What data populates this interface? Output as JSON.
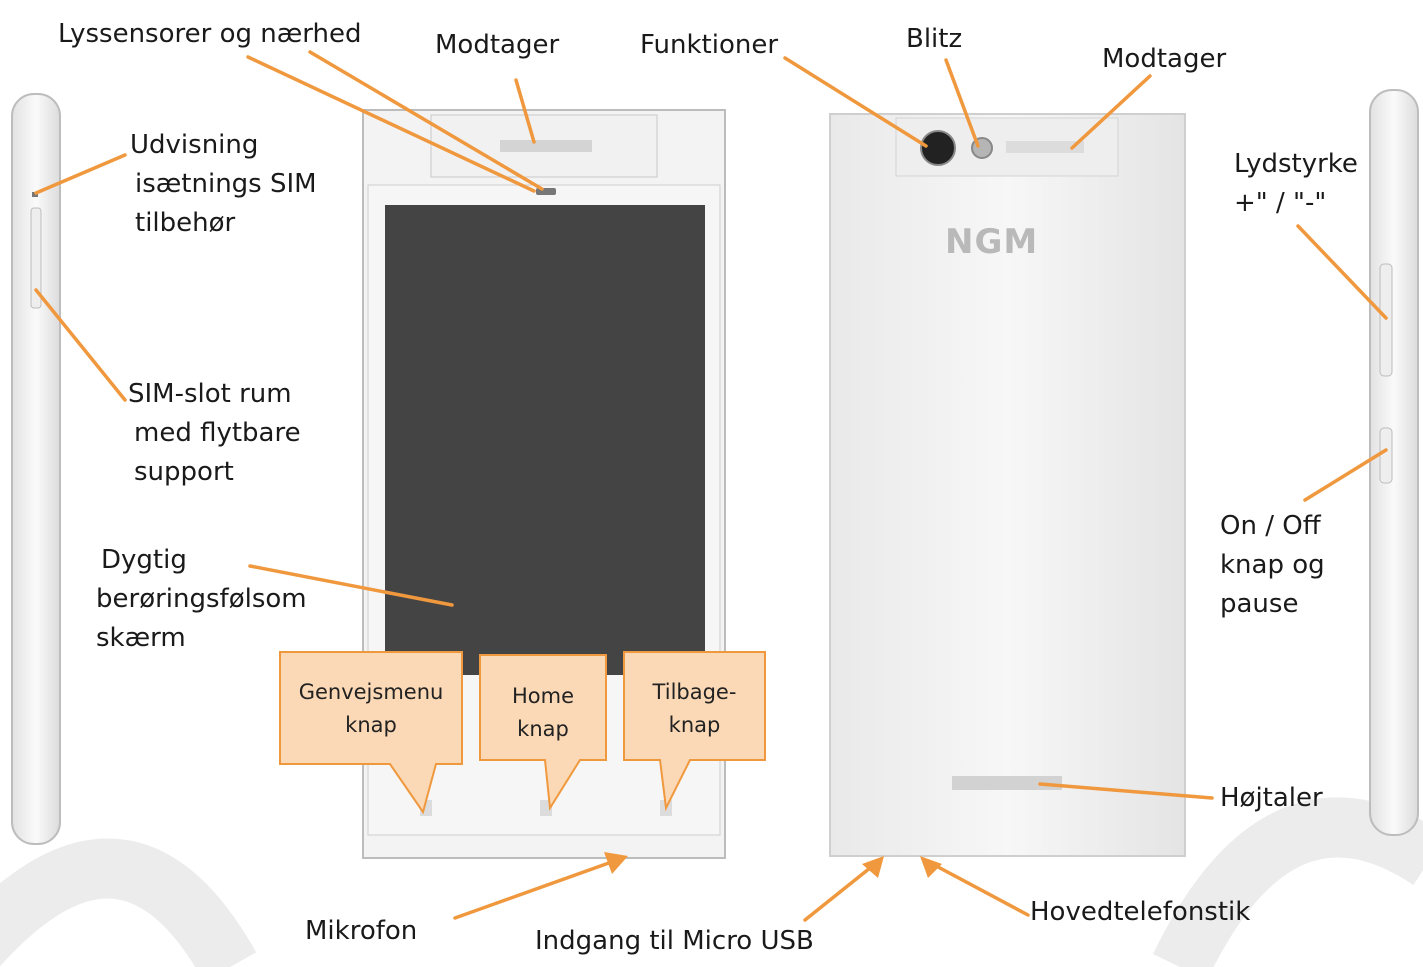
{
  "brand": {
    "logo_text": "NGM"
  },
  "colors": {
    "accent": "#f0983e",
    "callout_fill": "#fbd9b6",
    "callout_border": "#f0983e",
    "screen": "#444444"
  },
  "labels": {
    "lyssensorer": [
      "Lyssensorer og nærhed"
    ],
    "modtager_front": [
      "Modtager"
    ],
    "funktioner": [
      "Funktioner"
    ],
    "blitz": [
      "Blitz"
    ],
    "modtager_back": [
      "Modtager"
    ],
    "udvisning": [
      "Udvisning",
      "isætnings SIM",
      "tilbehør"
    ],
    "simslot": [
      "SIM-slot rum",
      "med flytbare",
      "support"
    ],
    "skaerm": [
      "Dygtig",
      "berøringsfølsom",
      "skærm"
    ],
    "lydstyrke": [
      "Lydstyrke",
      "+\" / \"-\""
    ],
    "onoff": [
      "On / Off",
      "knap og",
      "pause"
    ],
    "hojtaler": [
      "Højtaler"
    ],
    "mikrofon": [
      "Mikrofon"
    ],
    "usb": [
      "Indgang til Micro USB"
    ],
    "hovedtelefon": [
      "Hovedtelefonstik"
    ]
  },
  "callouts": {
    "genvej": [
      "Genvejsmenu",
      "knap"
    ],
    "home": [
      "Home",
      "knap"
    ],
    "tilbage": [
      "Tilbage-",
      "knap"
    ]
  }
}
